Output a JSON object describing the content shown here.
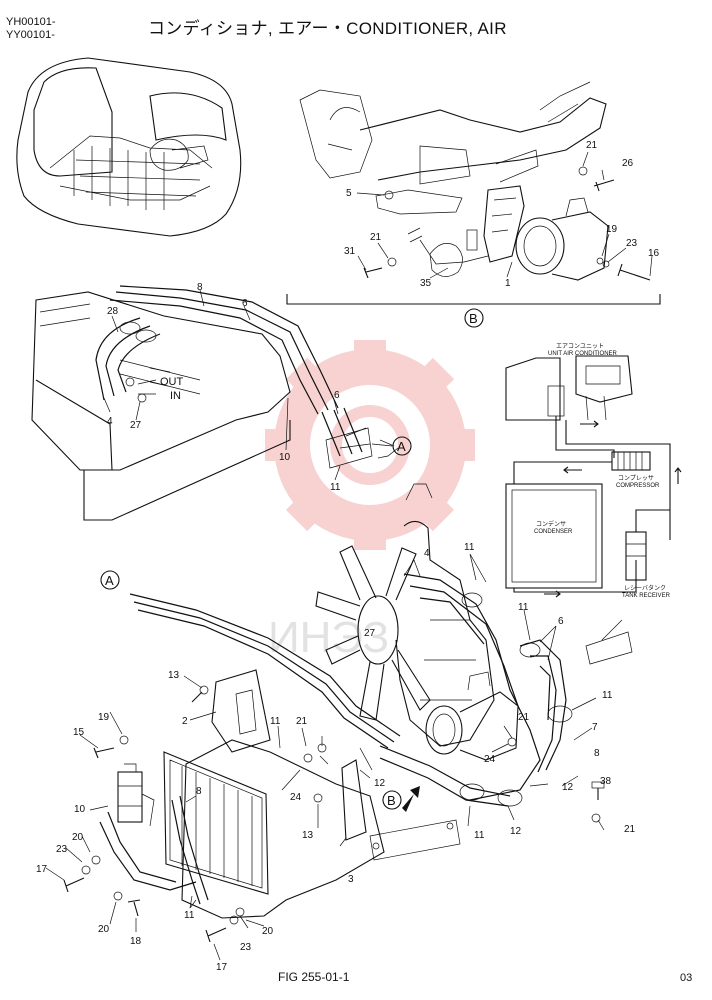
{
  "header": {
    "serial_1": "YH00101-",
    "serial_2": "YY00101-",
    "title": "コンディショナ, エアー・CONDITIONER, AIR"
  },
  "footer": {
    "figure": "FIG 255-01-1",
    "page": "03"
  },
  "watermark": "ИНЭЗ",
  "circle_refs": {
    "a": "A",
    "b": "B"
  },
  "port_labels": {
    "out": "OUT",
    "in": "IN"
  },
  "flow_diagram": {
    "unit_jp": "エアコンユニット",
    "unit_en": "UNIT AIR CONDITIONER",
    "compressor_jp": "コンプレッサ",
    "compressor_en": "COMPRESSOR",
    "condenser_jp": "コンデンサ",
    "condenser_en": "CONDENSER",
    "receiver_jp": "レシーバタンク",
    "receiver_en": "TANK RECEIVER"
  },
  "callouts": [
    {
      "id": "c1",
      "text": "21"
    },
    {
      "id": "c2",
      "text": "26"
    },
    {
      "id": "c3",
      "text": "5"
    },
    {
      "id": "c4",
      "text": "21"
    },
    {
      "id": "c5",
      "text": "31"
    },
    {
      "id": "c6",
      "text": "35"
    },
    {
      "id": "c7",
      "text": "1"
    },
    {
      "id": "c8",
      "text": "19"
    },
    {
      "id": "c9",
      "text": "23"
    },
    {
      "id": "c10",
      "text": "16"
    },
    {
      "id": "c11",
      "text": "8"
    },
    {
      "id": "c12",
      "text": "6"
    },
    {
      "id": "c13",
      "text": "28"
    },
    {
      "id": "c14",
      "text": "4"
    },
    {
      "id": "c15",
      "text": "27"
    },
    {
      "id": "c16",
      "text": "6"
    },
    {
      "id": "c17",
      "text": "10"
    },
    {
      "id": "c18",
      "text": "11"
    },
    {
      "id": "c19",
      "text": "4"
    },
    {
      "id": "c20",
      "text": "11"
    },
    {
      "id": "c21",
      "text": "27"
    },
    {
      "id": "c22",
      "text": "11"
    },
    {
      "id": "c23",
      "text": "6"
    },
    {
      "id": "c24",
      "text": "13"
    },
    {
      "id": "c25",
      "text": "2"
    },
    {
      "id": "c26",
      "text": "11"
    },
    {
      "id": "c27",
      "text": "19"
    },
    {
      "id": "c28",
      "text": "15"
    },
    {
      "id": "c29",
      "text": "21"
    },
    {
      "id": "c30",
      "text": "11"
    },
    {
      "id": "c31",
      "text": "7"
    },
    {
      "id": "c32",
      "text": "21"
    },
    {
      "id": "c33",
      "text": "8"
    },
    {
      "id": "c34",
      "text": "24"
    },
    {
      "id": "c35",
      "text": "12"
    },
    {
      "id": "c36",
      "text": "38"
    },
    {
      "id": "c37",
      "text": "24"
    },
    {
      "id": "c38",
      "text": "12"
    },
    {
      "id": "c39",
      "text": "10"
    },
    {
      "id": "c40",
      "text": "8"
    },
    {
      "id": "c41",
      "text": "13"
    },
    {
      "id": "c42",
      "text": "11"
    },
    {
      "id": "c43",
      "text": "12"
    },
    {
      "id": "c44",
      "text": "21"
    },
    {
      "id": "c45",
      "text": "20"
    },
    {
      "id": "c46",
      "text": "3"
    },
    {
      "id": "c47",
      "text": "23"
    },
    {
      "id": "c48",
      "text": "17"
    },
    {
      "id": "c49",
      "text": "20"
    },
    {
      "id": "c50",
      "text": "18"
    },
    {
      "id": "c51",
      "text": "11"
    },
    {
      "id": "c52",
      "text": "23"
    },
    {
      "id": "c53",
      "text": "20"
    },
    {
      "id": "c54",
      "text": "17"
    }
  ]
}
